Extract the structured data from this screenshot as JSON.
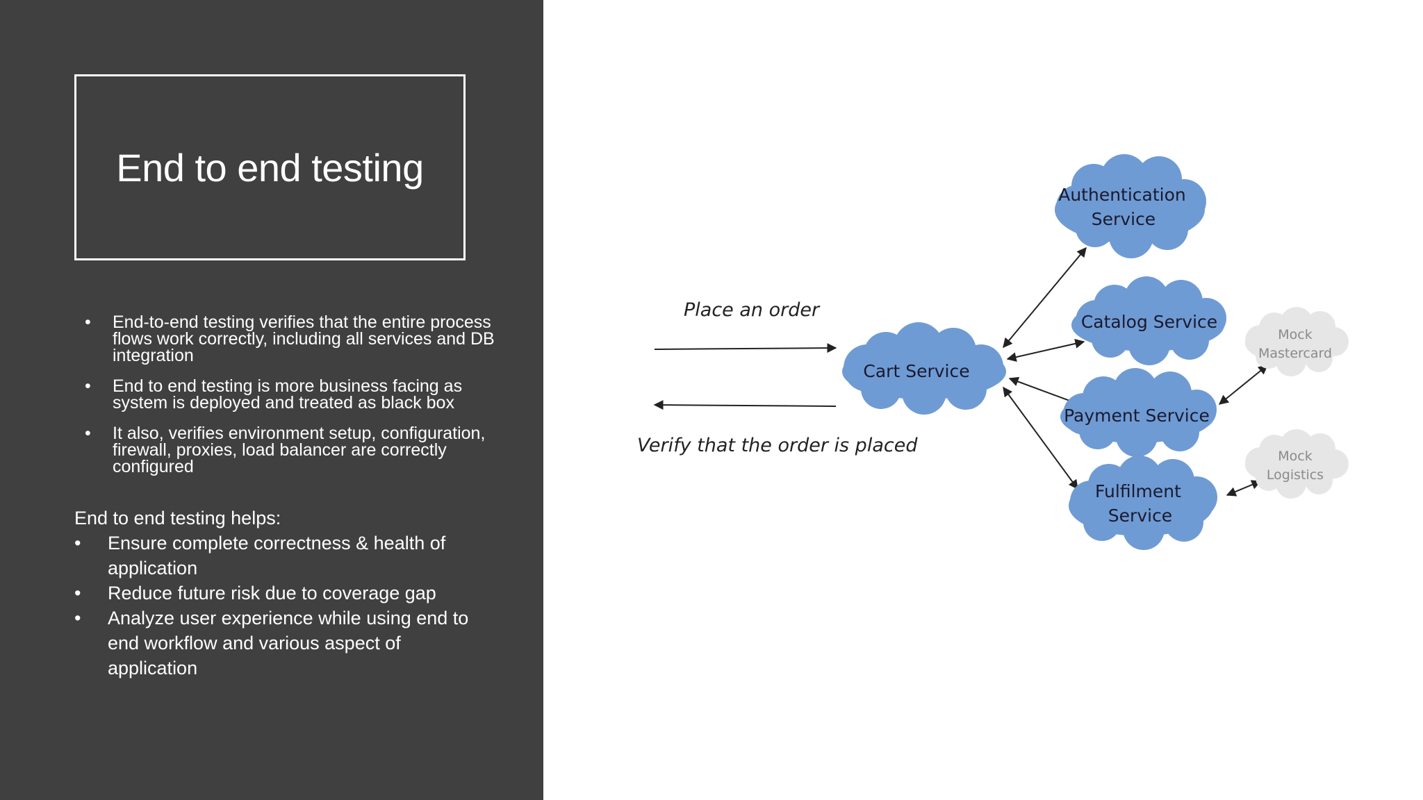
{
  "slide": {
    "title": "End to end testing",
    "bullet_char": "•",
    "bullets": [
      "End-to-end testing verifies that the entire process flows work correctly, including all services and DB integration",
      "End to end testing is more business facing as system is deployed and treated as black box",
      "It also, verifies environment setup, configuration, firewall, proxies, load balancer are correctly configured"
    ],
    "helps": {
      "heading": "End to end testing helps:",
      "items": [
        "Ensure complete correctness & health of application",
        "Reduce future risk due to coverage gap",
        "Analyze user experience while using end to end workflow and various aspect of application"
      ]
    }
  },
  "diagram": {
    "request_label": "Place an order",
    "response_label": "Verify that the order is placed",
    "nodes": {
      "cart": "Cart Service",
      "auth_line1": "Authentication",
      "auth_line2": "Service",
      "catalog": "Catalog Service",
      "payment": "Payment Service",
      "fulfilment_line1": "Fulfilment",
      "fulfilment_line2": "Service",
      "mock_mc_line1": "Mock",
      "mock_mc_line2": "Mastercard",
      "mock_log_line1": "Mock",
      "mock_log_line2": "Logistics"
    }
  },
  "colors": {
    "panel": "#404040",
    "cloud": "#6f9bd4",
    "mock_cloud": "#e6e6e6",
    "arrow": "#222222"
  }
}
